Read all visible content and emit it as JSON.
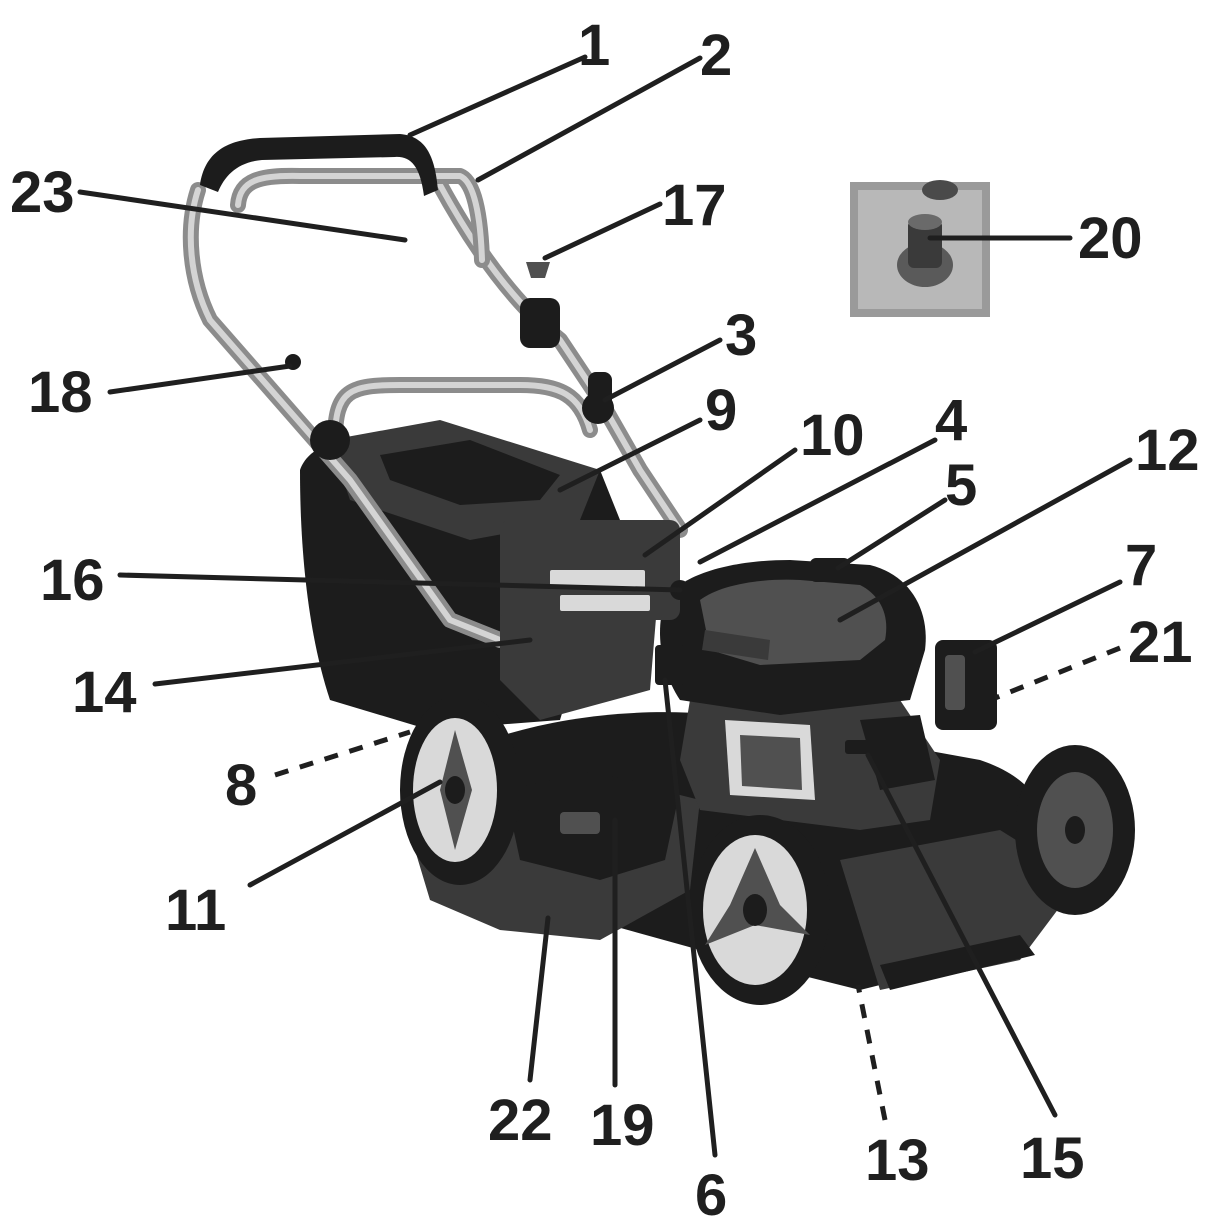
{
  "labels": [
    {
      "id": "1",
      "text": "1"
    },
    {
      "id": "2",
      "text": "2"
    },
    {
      "id": "3",
      "text": "3"
    },
    {
      "id": "4",
      "text": "4"
    },
    {
      "id": "5",
      "text": "5"
    },
    {
      "id": "6",
      "text": "6"
    },
    {
      "id": "7",
      "text": "7"
    },
    {
      "id": "8",
      "text": "8"
    },
    {
      "id": "9",
      "text": "9"
    },
    {
      "id": "10",
      "text": "10"
    },
    {
      "id": "11",
      "text": "11"
    },
    {
      "id": "12",
      "text": "12"
    },
    {
      "id": "13",
      "text": "13"
    },
    {
      "id": "14",
      "text": "14"
    },
    {
      "id": "15",
      "text": "15"
    },
    {
      "id": "16",
      "text": "16"
    },
    {
      "id": "17",
      "text": "17"
    },
    {
      "id": "18",
      "text": "18"
    },
    {
      "id": "19",
      "text": "19"
    },
    {
      "id": "20",
      "text": "20"
    },
    {
      "id": "21",
      "text": "21"
    },
    {
      "id": "22",
      "text": "22"
    },
    {
      "id": "23",
      "text": "23"
    }
  ],
  "colors": {
    "ink": "#1f1f1f",
    "body_dark": "#1c1c1c",
    "steel": "#8c8c8c",
    "background": "#ffffff"
  }
}
